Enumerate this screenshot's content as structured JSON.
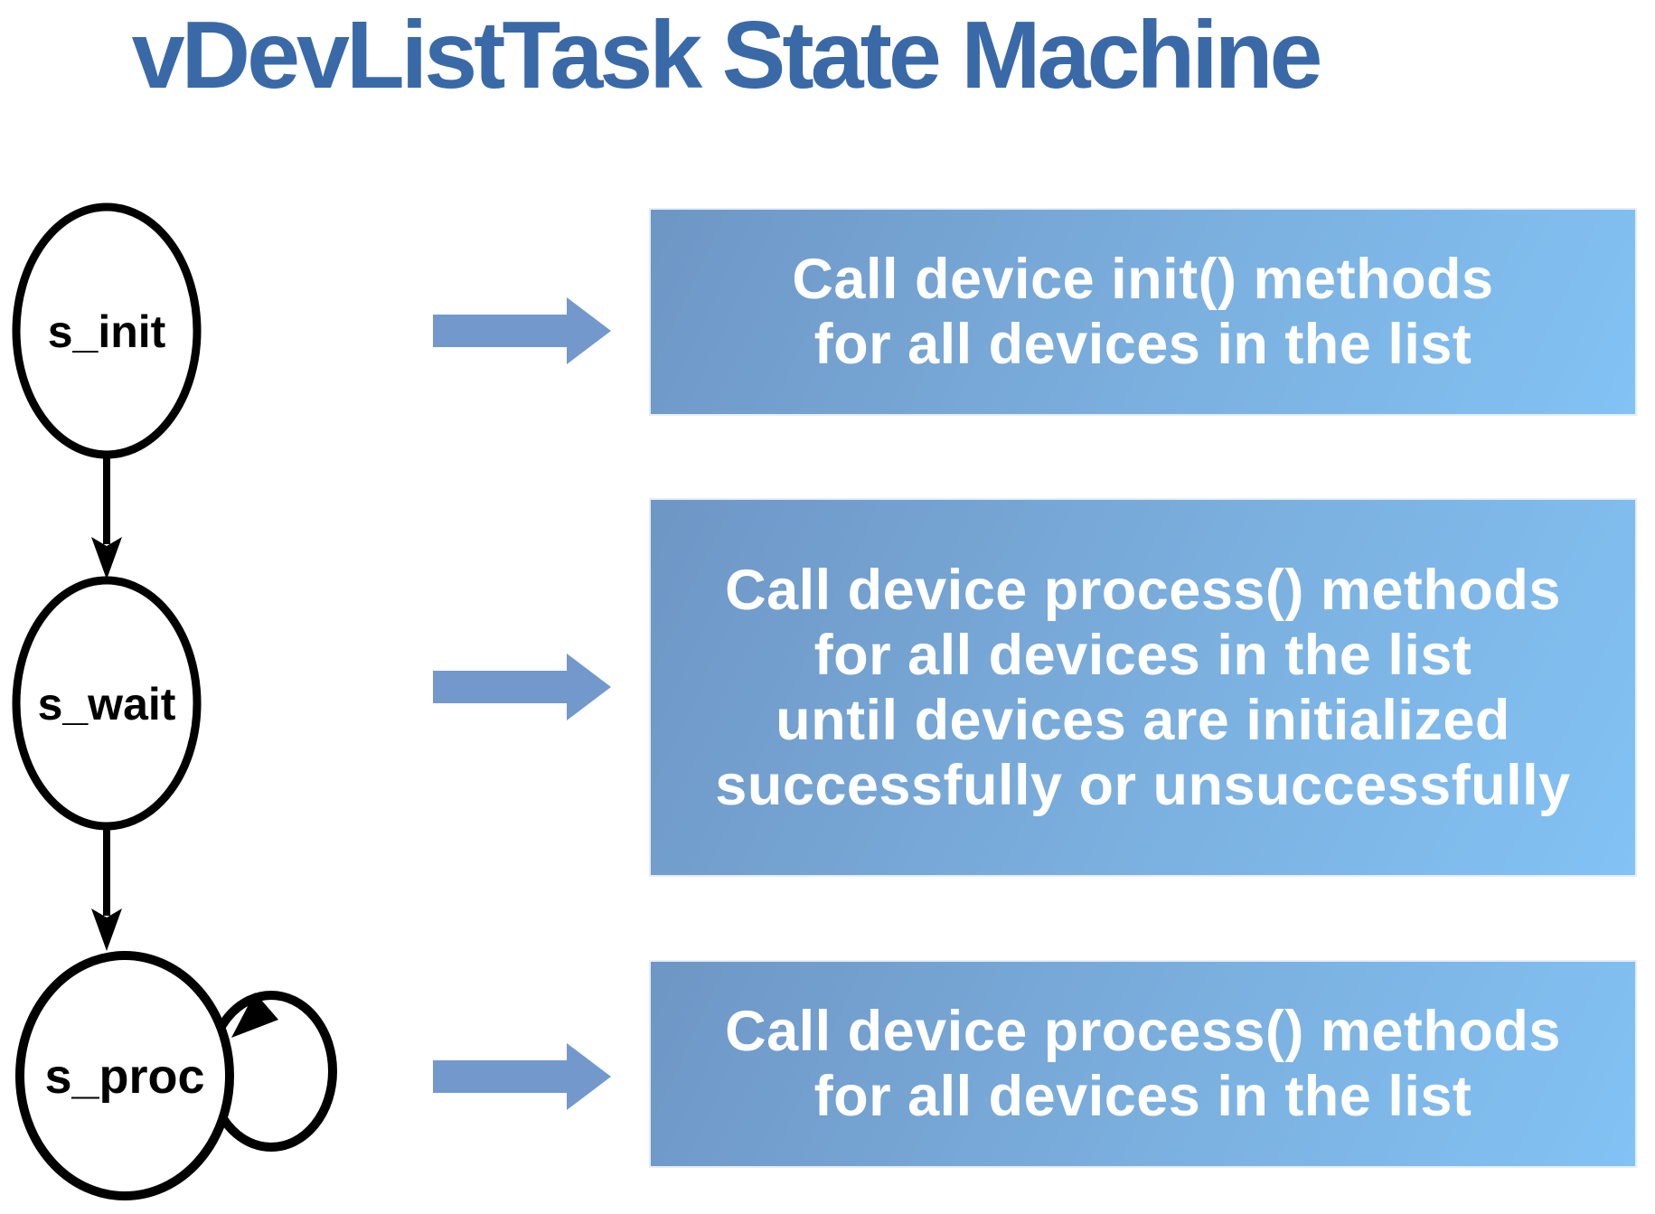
{
  "title": "vDevListTask State Machine",
  "diagram": {
    "states": [
      {
        "id": "s_init",
        "label": "s_init",
        "self_loop": false
      },
      {
        "id": "s_wait",
        "label": "s_wait",
        "self_loop": false
      },
      {
        "id": "s_proc",
        "label": "s_proc",
        "self_loop": true
      }
    ],
    "transitions": [
      {
        "from": "s_init",
        "to": "s_wait"
      },
      {
        "from": "s_wait",
        "to": "s_proc"
      },
      {
        "from": "s_proc",
        "to": "s_proc"
      }
    ],
    "descriptions": [
      {
        "state": "s_init",
        "lines": [
          "Call device init() methods",
          "for all devices in the list"
        ]
      },
      {
        "state": "s_wait",
        "lines": [
          "Call device process() methods",
          "for all devices in the list",
          "until devices are initialized",
          "successfully or unsuccessfully"
        ]
      },
      {
        "state": "s_proc",
        "lines": [
          "Call device process() methods",
          "for all devices in the list"
        ]
      }
    ]
  },
  "colors": {
    "title_text": "#3A69A8",
    "box_gradient_start": "#6E96C5",
    "box_gradient_end": "#82C2F4",
    "box_text": "#FFFFFF",
    "flow_arrow": "#7399CC",
    "diagram_stroke": "#000000",
    "background": "#FFFFFF"
  },
  "icons": {
    "flow_arrow": "right-block-arrow-icon",
    "transition": "down-arrow-icon",
    "self_loop": "self-loop-arrow-icon"
  }
}
